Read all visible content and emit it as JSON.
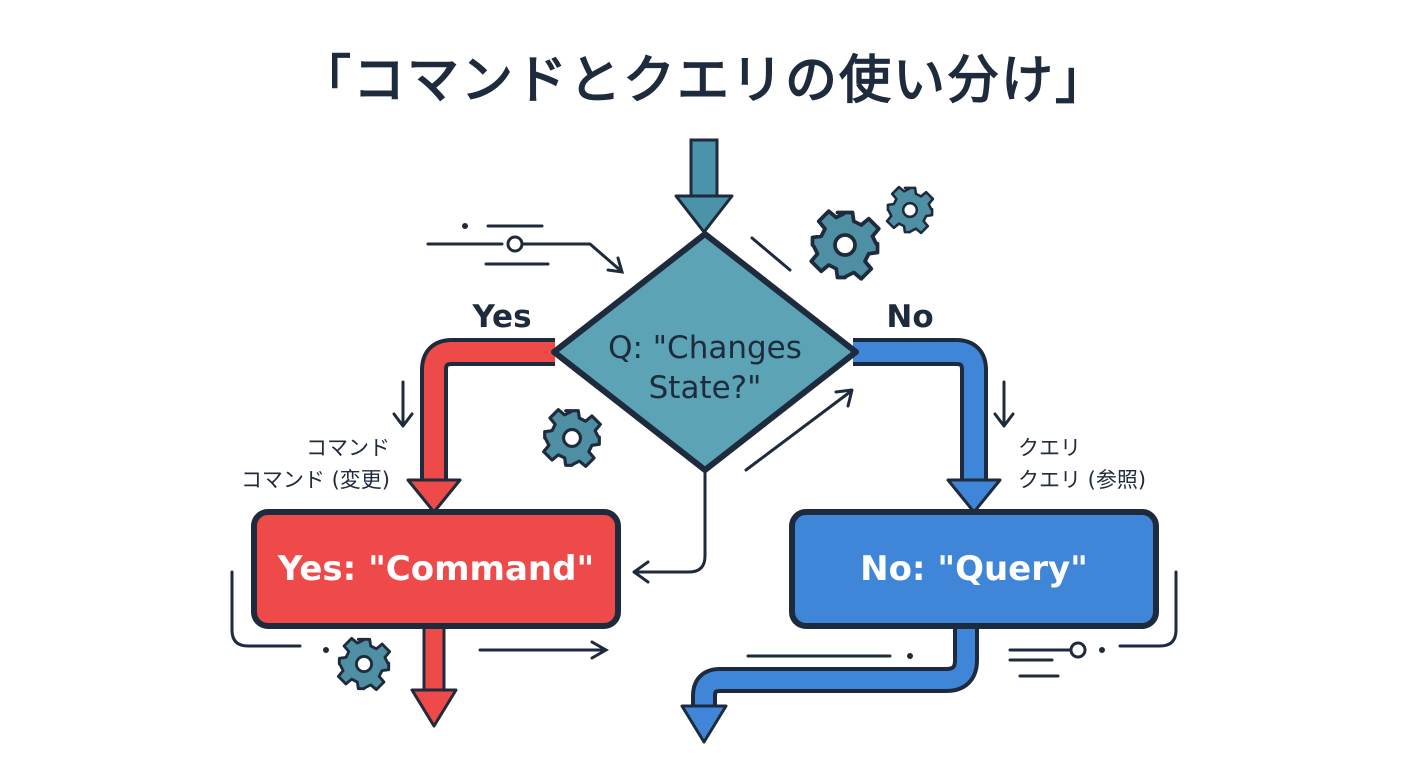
{
  "title": "「コマンドとクエリの使い分け」",
  "decision": {
    "line1": "Q: \"Changes",
    "line2": "State?\""
  },
  "branches": {
    "yes": "Yes",
    "no": "No"
  },
  "command": {
    "label": "Yes: \"Command\"",
    "caption_line1": "コマンド",
    "caption_line2": "コマンド (変更)"
  },
  "query": {
    "label": "No: \"Query\"",
    "caption_line1": "クエリ",
    "caption_line2": "クエリ (参照)"
  },
  "colors": {
    "decision_fill": "#5ba3b5",
    "command_fill": "#ef4a4a",
    "query_fill": "#3f86d8",
    "outline": "#1e2b3c",
    "teal_arrow": "#4b93a8",
    "gear": "#4f8fa3"
  }
}
